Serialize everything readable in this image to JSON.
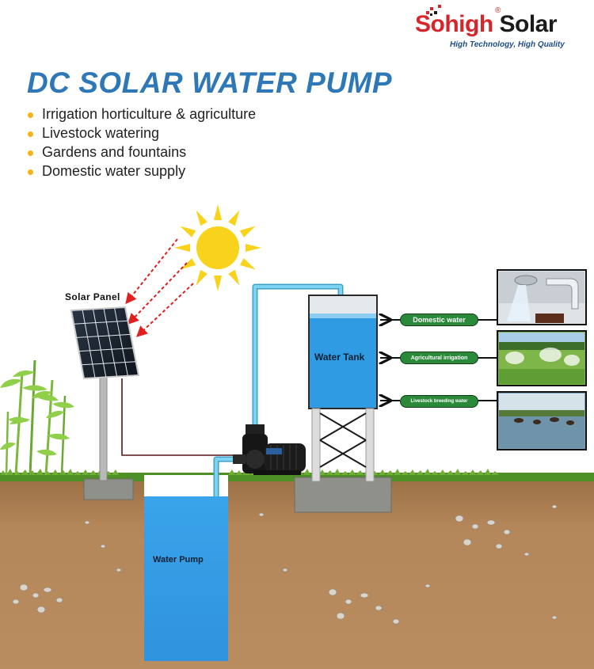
{
  "brand": {
    "name_part1": "Sohigh",
    "name_part2": "Solar",
    "registered_mark": "®",
    "tagline": "High Technology, High Quality",
    "colors": {
      "red": "#d7262b",
      "dark": "#1b1b1b",
      "tagline": "#1f4e8a"
    }
  },
  "heading": {
    "title": "DC SOLAR WATER PUMP",
    "color": "#2f78b8"
  },
  "applications": [
    "Irrigation horticulture & agriculture",
    "Livestock watering",
    "Gardens and fountains",
    "Domestic water supply"
  ],
  "diagram": {
    "labels": {
      "solar_panel": "Solar Panel",
      "water_tank": "Water Tank",
      "water_pump": "Water Pump"
    },
    "uses": [
      {
        "label": "Domestic water",
        "photo": "faucet-photo-icon"
      },
      {
        "label": "Agricultural irrigation",
        "photo": "sprinkler-field-photo-icon"
      },
      {
        "label": "Livestock breeding water",
        "photo": "cattle-pond-photo-icon"
      }
    ],
    "colors": {
      "water": "#2f9be3",
      "pipe": "#7fd3f2",
      "soil": "#b08357",
      "grass": "#5a9b2e",
      "sun": "#f9d21c",
      "sun_arrow": "#e02020",
      "use_tag": "#2a8a3a"
    }
  }
}
